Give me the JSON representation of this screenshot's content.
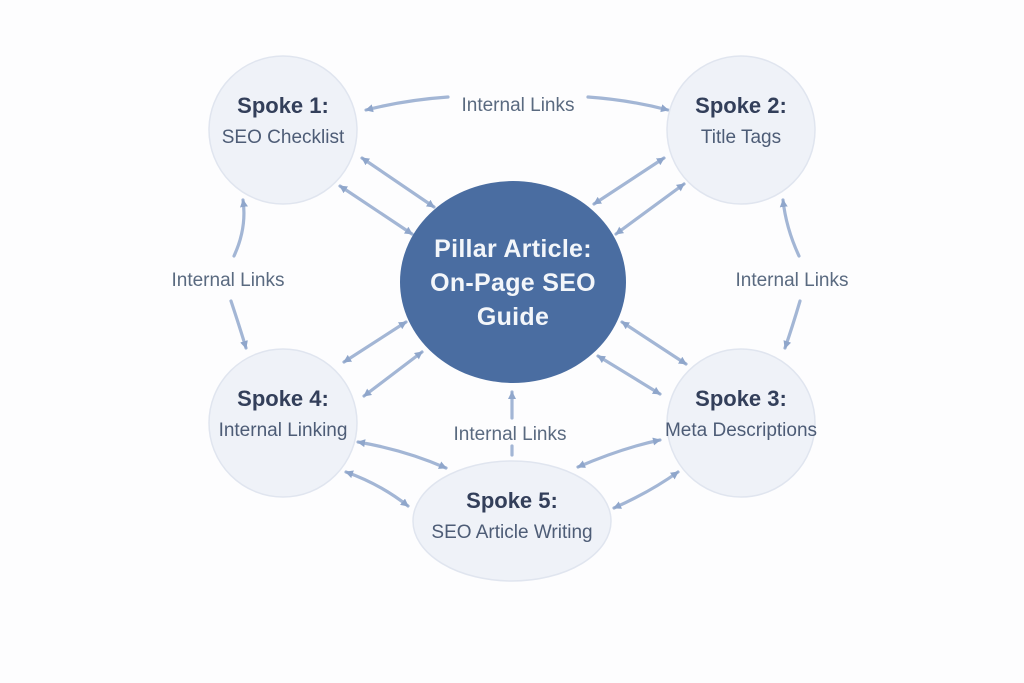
{
  "diagram": {
    "type": "hub-and-spoke",
    "center": {
      "lines": [
        "Pillar Article:",
        "On-Page SEO",
        "Guide"
      ]
    },
    "spokes": [
      {
        "id": "spoke-1",
        "title": "Spoke 1:",
        "subtitle": "SEO Checklist",
        "position": "top-left"
      },
      {
        "id": "spoke-2",
        "title": "Spoke 2:",
        "subtitle": "Title Tags",
        "position": "top-right"
      },
      {
        "id": "spoke-3",
        "title": "Spoke 3:",
        "subtitle": "Meta Descriptions",
        "position": "bottom-right"
      },
      {
        "id": "spoke-4",
        "title": "Spoke 4:",
        "subtitle": "Internal Linking",
        "position": "bottom-left"
      },
      {
        "id": "spoke-5",
        "title": "Spoke 5:",
        "subtitle": "SEO Article Writing",
        "position": "bottom-center"
      }
    ],
    "edge_labels": [
      {
        "text": "Internal Links",
        "position": "top"
      },
      {
        "text": "Internal Links",
        "position": "left"
      },
      {
        "text": "Internal Links",
        "position": "right"
      },
      {
        "text": "Internal Links",
        "position": "bottom-center"
      }
    ],
    "colors": {
      "background": "#fdfdfe",
      "center_fill": "#4a6da1",
      "center_text": "#f3f6fa",
      "spoke_fill": "#eff2f8",
      "spoke_border": "#e0e5ef",
      "arrow": "#a3b6d5",
      "arrowhead": "#8fa6cb",
      "spoke_title_text": "#333f5a",
      "spoke_subtitle_text": "#4d5c76",
      "edge_label_text": "#5a6a80"
    }
  }
}
